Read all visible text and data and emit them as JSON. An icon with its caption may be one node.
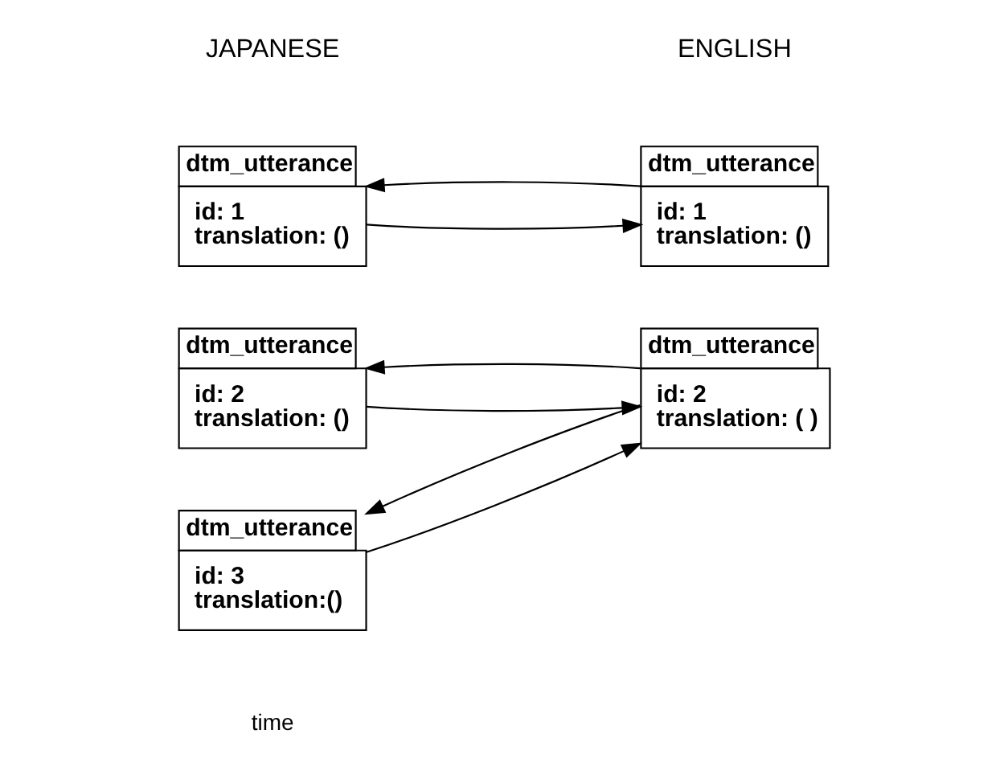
{
  "diagram": {
    "nodes": [
      {
        "text": [
          "dtm_utterance",
          "id: 1",
          "translation: ()"
        ]
      },
      {
        "text": [
          "dtm_utterance",
          "id: 1",
          "translation: ()"
        ]
      },
      {
        "text": [
          "dtm_utterance",
          "id: 2",
          "translation: ()"
        ]
      },
      {
        "text": [
          "dtm_utterance",
          "id: 2",
          "translation: ( )"
        ]
      },
      {
        "text": [
          "dtm_utterance",
          "id: 3",
          "translation:()"
        ]
      }
    ],
    "edges": [
      {
        "from": 0,
        "to": 1,
        "arrow": "to"
      },
      {
        "from": 1,
        "to": 0,
        "arrow": "to"
      },
      {
        "from": 2,
        "to": 3,
        "arrow": "to"
      },
      {
        "from": 3,
        "to": 2,
        "arrow": "to"
      },
      {
        "from": 3,
        "to": 4,
        "arrow": "to"
      },
      {
        "from": 4,
        "to": 3,
        "arrow": "to"
      }
    ],
    "labels": [
      "JAPANESE",
      "ENGLISH",
      "time"
    ]
  }
}
